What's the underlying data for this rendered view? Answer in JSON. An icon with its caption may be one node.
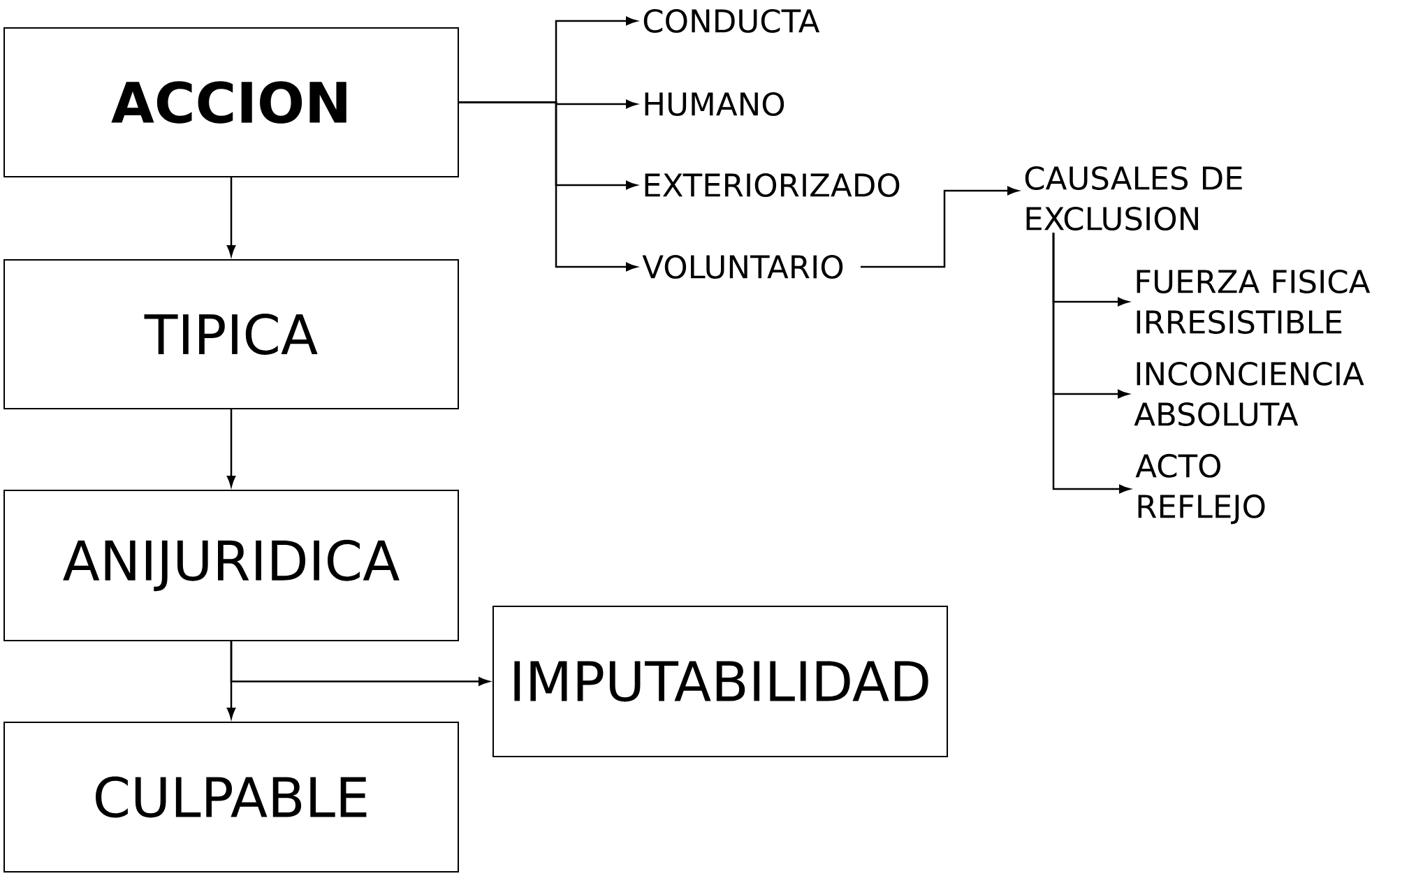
{
  "diagram": {
    "nodes": [
      {
        "text": [
          "ACCION"
        ]
      },
      {
        "text": [
          "TIPICA"
        ]
      },
      {
        "text": [
          "ANIJURIDICA"
        ]
      },
      {
        "text": [
          "CULPABLE"
        ]
      },
      {
        "text": [
          "IMPUTABILIDAD"
        ]
      },
      {
        "text": [
          "CONDUCTA"
        ]
      },
      {
        "text": [
          "HUMANO"
        ]
      },
      {
        "text": [
          "EXTERIORIZADO"
        ]
      },
      {
        "text": [
          "VOLUNTARIO"
        ]
      },
      {
        "text": [
          "CAUSALES DE EXCLUSION"
        ]
      },
      {
        "text": [
          "FUERZA FISICA IRRESISTIBLE"
        ]
      },
      {
        "text": [
          "INCONCIENCIA ABSOLUTA"
        ]
      },
      {
        "text": [
          "ACTO REFLEJO"
        ]
      }
    ],
    "edges": [
      {
        "from": 0,
        "to": 1,
        "arrow": "to"
      },
      {
        "from": 1,
        "to": 2,
        "arrow": "to"
      },
      {
        "from": 2,
        "to": 3,
        "arrow": "to"
      },
      {
        "from": 2,
        "to": 4,
        "arrow": "to"
      },
      {
        "from": 0,
        "to": 5,
        "arrow": "to"
      },
      {
        "from": 0,
        "to": 6,
        "arrow": "to"
      },
      {
        "from": 0,
        "to": 7,
        "arrow": "to"
      },
      {
        "from": 0,
        "to": 8,
        "arrow": "to"
      },
      {
        "from": 8,
        "to": 9,
        "arrow": "to"
      },
      {
        "from": 9,
        "to": 10,
        "arrow": "to"
      },
      {
        "from": 9,
        "to": 11,
        "arrow": "to"
      },
      {
        "from": 9,
        "to": 12,
        "arrow": "to"
      }
    ]
  }
}
